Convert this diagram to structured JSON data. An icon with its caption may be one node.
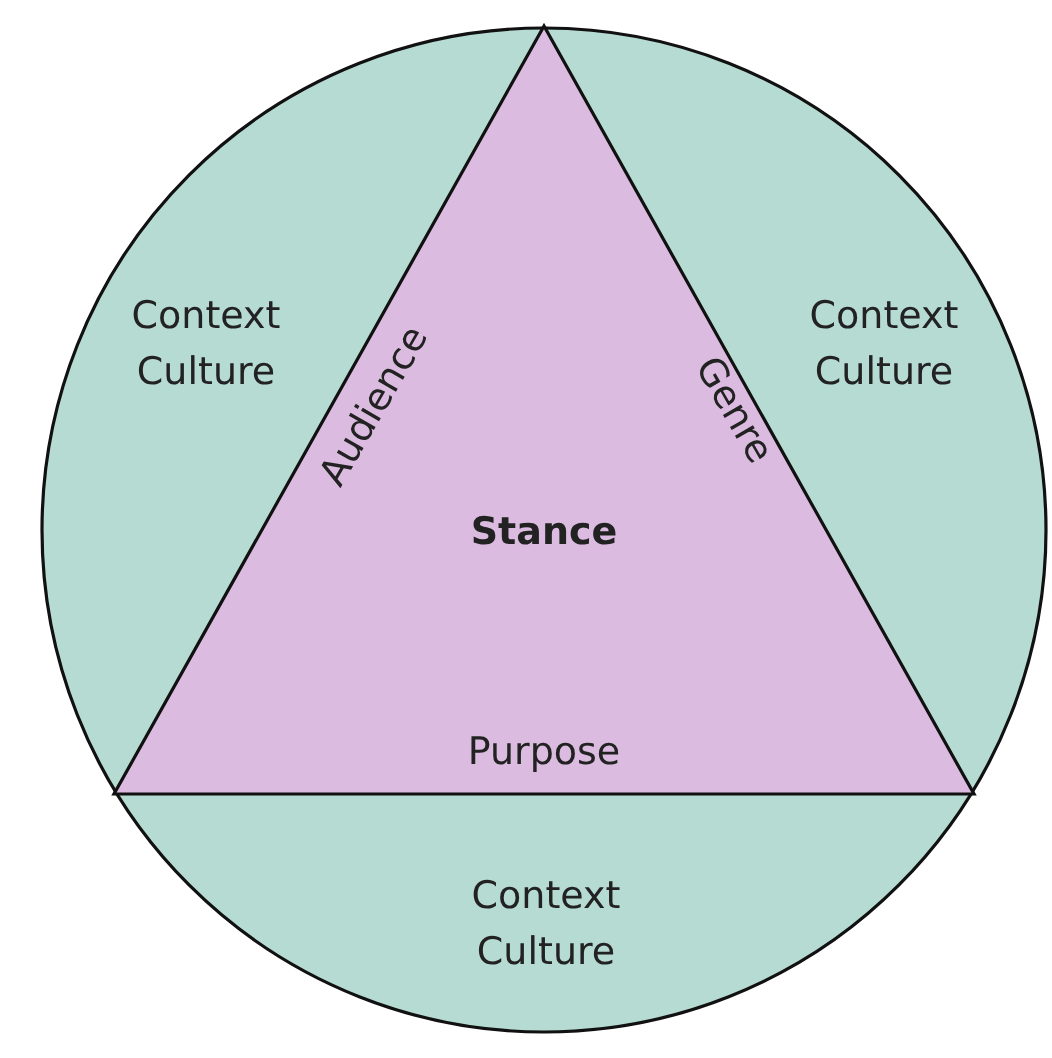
{
  "diagram": {
    "nodes": [
      {
        "text": [
          "Context Culture",
          "Context Culture",
          "Context Culture"
        ]
      },
      {
        "text": [
          "Audience",
          "Genre",
          "Stance",
          "Purpose"
        ],
        "in": 0
      }
    ]
  }
}
